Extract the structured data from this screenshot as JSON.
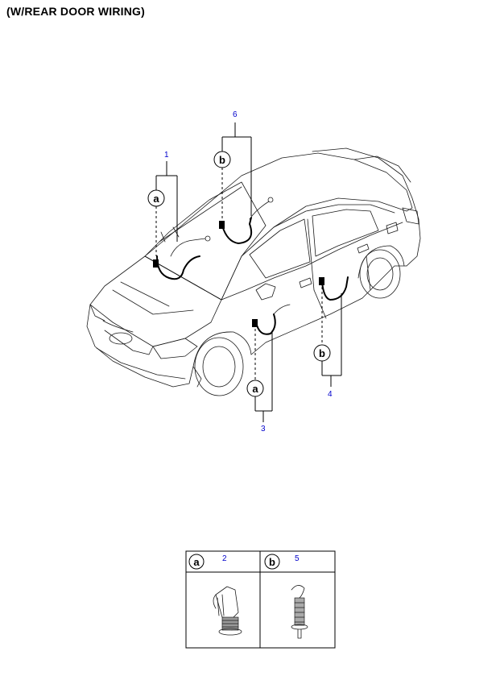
{
  "title": "(W/REAR DOOR WIRING)",
  "callouts": {
    "c1": "1",
    "c2": "2",
    "c3": "3",
    "c4": "4",
    "c5": "5",
    "c6": "6"
  },
  "letters": {
    "a": "a",
    "b": "b"
  },
  "legend": {
    "left_letter": "a",
    "left_number": "2",
    "right_letter": "b",
    "right_number": "5"
  },
  "colors": {
    "callout": "#0000cc",
    "line": "#000000"
  }
}
